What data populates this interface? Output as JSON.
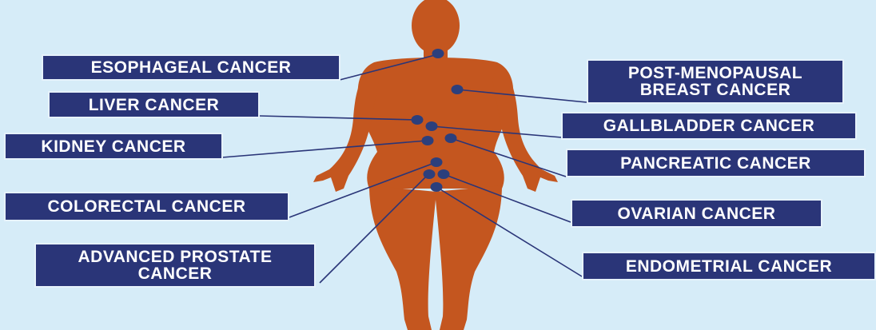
{
  "colors": {
    "background": "#d6ecf8",
    "body": "#c4561f",
    "marker": "#2c3f7c",
    "label_fill": "#2a3578",
    "label_text": "#ffffff",
    "leader_line": "#2a3578"
  },
  "icons": {
    "figure": "human-body-silhouette-icon"
  },
  "labels": {
    "esophageal": "ESOPHAGEAL CANCER",
    "liver": "LIVER CANCER",
    "kidney": "KIDNEY CANCER",
    "colorectal": "COLORECTAL CANCER",
    "prostate_line1": "ADVANCED PROSTATE",
    "prostate_line2": "CANCER",
    "breast_line1": "POST-MENOPAUSAL",
    "breast_line2": "BREAST CANCER",
    "gallbladder": "GALLBLADDER CANCER",
    "pancreatic": "PANCREATIC CANCER",
    "ovarian": "OVARIAN CANCER",
    "endometrial": "ENDOMETRIAL CANCER"
  }
}
